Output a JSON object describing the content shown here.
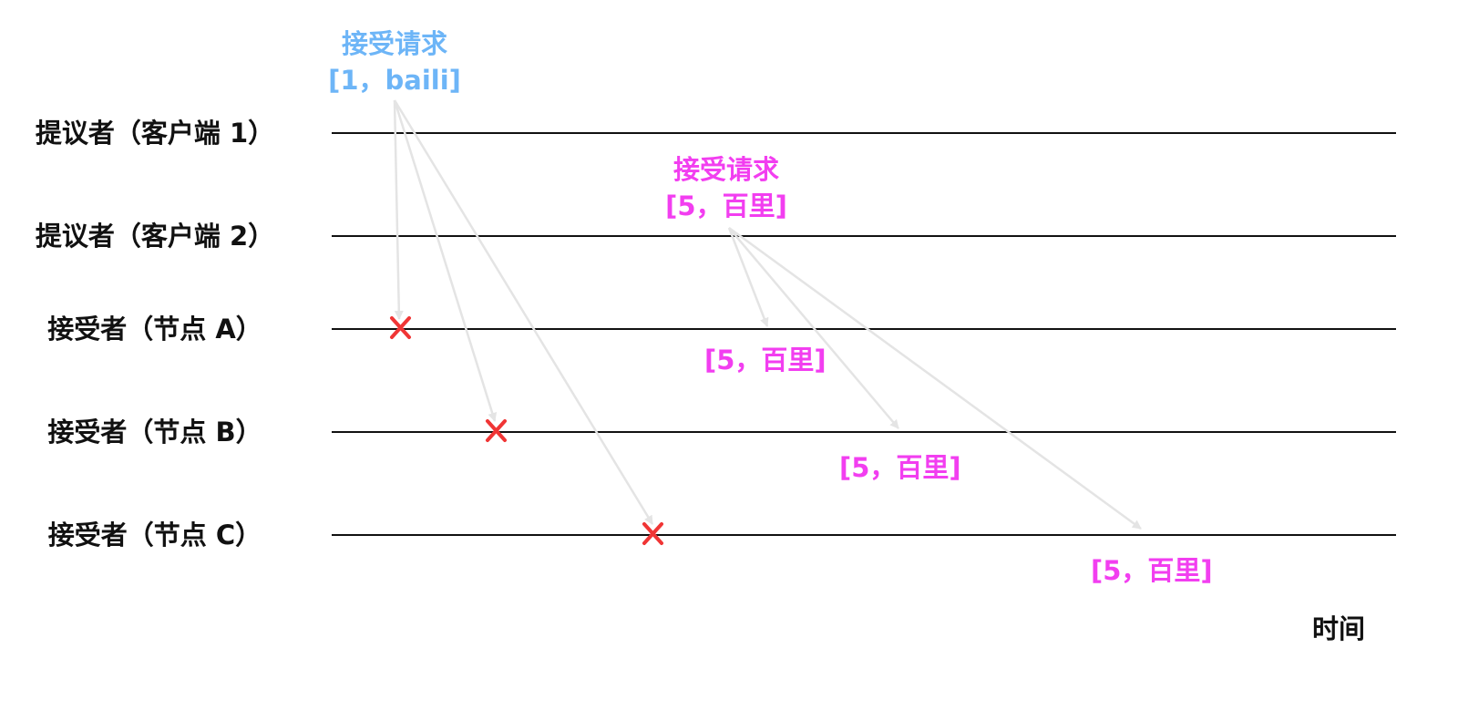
{
  "lanes": [
    {
      "label": "提议者（客户端 1）"
    },
    {
      "label": "提议者（客户端 2）"
    },
    {
      "label": "接受者（节点 A）"
    },
    {
      "label": "接受者（节点 B）"
    },
    {
      "label": "接受者（节点 C）"
    }
  ],
  "requests": [
    {
      "title": "接受请求",
      "payload": "[1，baili]",
      "color": "#6db5f7"
    },
    {
      "title": "接受请求",
      "payload": "[5，百里]",
      "color": "#f23ef0"
    }
  ],
  "accepted_values": [
    {
      "lane": "接受者（节点 A）",
      "text": "[5，百里]"
    },
    {
      "lane": "接受者（节点 B）",
      "text": "[5，百里]"
    },
    {
      "lane": "接受者（节点 C）",
      "text": "[5，百里]"
    }
  ],
  "rejections": [
    {
      "lane": "接受者（节点 A）",
      "icon": "cross-icon",
      "color": "#f03535"
    },
    {
      "lane": "接受者（节点 B）",
      "icon": "cross-icon",
      "color": "#f03535"
    },
    {
      "lane": "接受者（节点 C）",
      "icon": "cross-icon",
      "color": "#f03535"
    }
  ],
  "time_axis_label": "时间",
  "colors": {
    "lane_line": "#111111",
    "arrow": "#e4e4e4",
    "reject": "#f03535"
  }
}
